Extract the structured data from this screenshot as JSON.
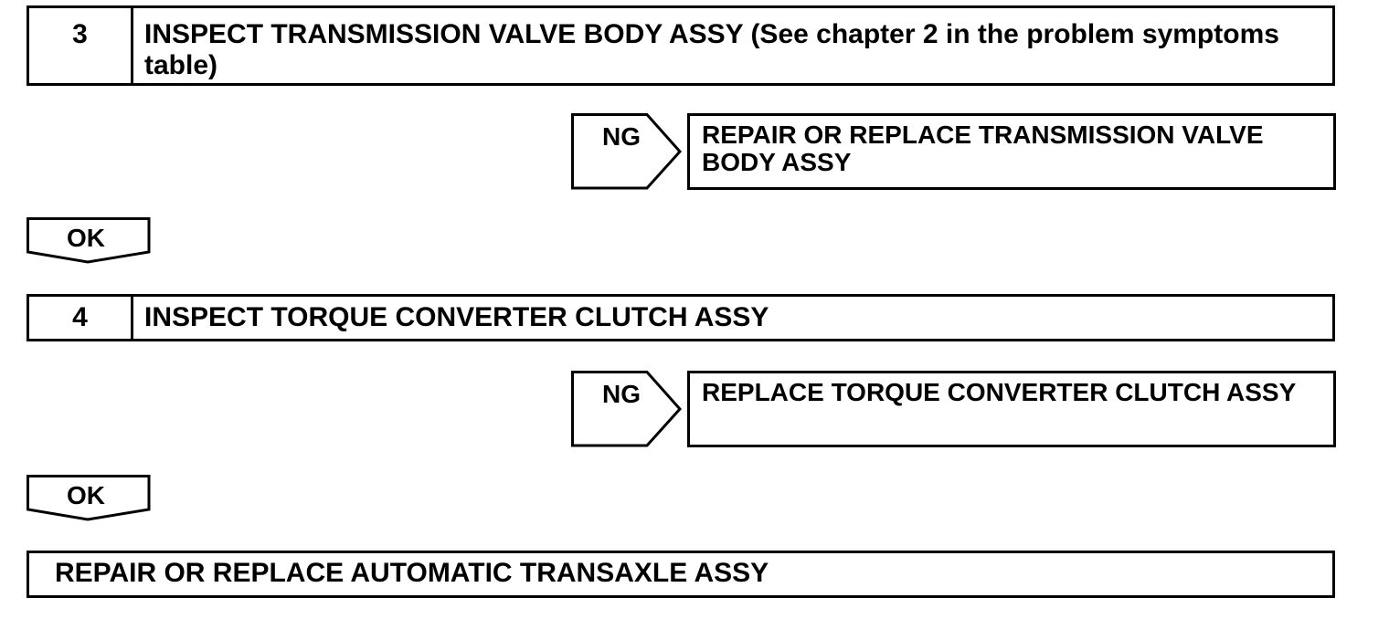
{
  "steps": [
    {
      "number": "3",
      "title": "INSPECT TRANSMISSION VALVE BODY ASSY (See chapter 2 in the problem symptoms table)",
      "ng_label": "NG",
      "ng_action": "REPAIR OR REPLACE TRANSMISSION VALVE BODY ASSY",
      "ok_label": "OK"
    },
    {
      "number": "4",
      "title": "INSPECT TORQUE CONVERTER CLUTCH ASSY",
      "ng_label": "NG",
      "ng_action": "REPLACE TORQUE CONVERTER CLUTCH ASSY",
      "ok_label": "OK"
    }
  ],
  "final_action": "REPAIR OR REPLACE AUTOMATIC TRANSAXLE ASSY"
}
